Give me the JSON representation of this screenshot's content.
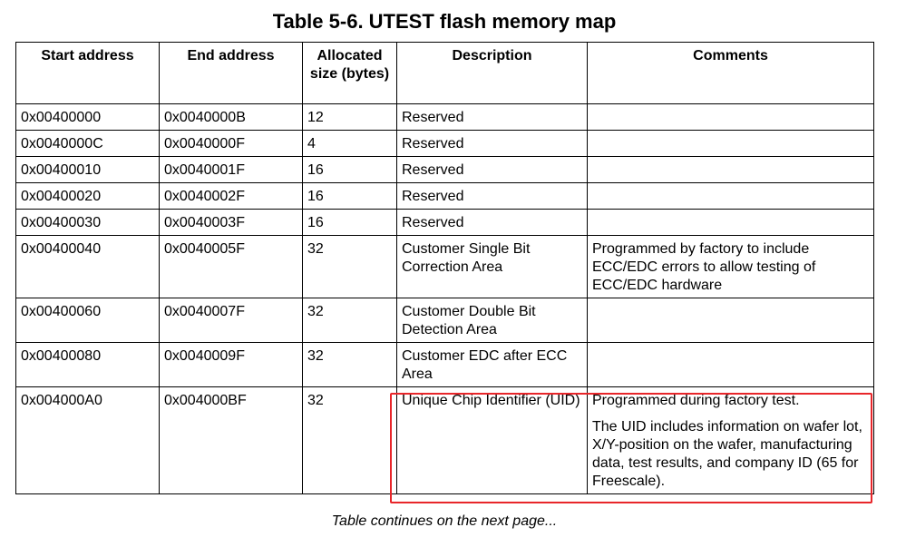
{
  "table": {
    "title": "Table 5-6.  UTEST flash memory map",
    "headers": {
      "start": "Start address",
      "end": "End address",
      "size": "Allocated size (bytes)",
      "description": "Description",
      "comments": "Comments"
    },
    "rows": [
      {
        "start": "0x00400000",
        "end": "0x0040000B",
        "size": "12",
        "description": "Reserved",
        "comments": [
          "",
          ""
        ]
      },
      {
        "start": "0x0040000C",
        "end": "0x0040000F",
        "size": "4",
        "description": "Reserved",
        "comments": [
          "",
          ""
        ]
      },
      {
        "start": "0x00400010",
        "end": "0x0040001F",
        "size": "16",
        "description": "Reserved",
        "comments": [
          "",
          ""
        ]
      },
      {
        "start": "0x00400020",
        "end": "0x0040002F",
        "size": "16",
        "description": "Reserved",
        "comments": [
          "",
          ""
        ]
      },
      {
        "start": "0x00400030",
        "end": "0x0040003F",
        "size": "16",
        "description": "Reserved",
        "comments": [
          "",
          ""
        ]
      },
      {
        "start": "0x00400040",
        "end": "0x0040005F",
        "size": "32",
        "description": "Customer Single Bit Correction Area",
        "comments": [
          "Programmed by factory to include ECC/EDC errors to allow testing of ECC/EDC hardware",
          ""
        ]
      },
      {
        "start": "0x00400060",
        "end": "0x0040007F",
        "size": "32",
        "description": "Customer Double Bit Detection Area",
        "comments": [
          "",
          ""
        ]
      },
      {
        "start": "0x00400080",
        "end": "0x0040009F",
        "size": "32",
        "description": "Customer EDC after ECC Area",
        "comments": [
          "",
          ""
        ]
      },
      {
        "start": "0x004000A0",
        "end": "0x004000BF",
        "size": "32",
        "description": "Unique Chip Identifier (UID)",
        "comments": [
          "Programmed during factory test.",
          "The UID includes information on wafer lot, X/Y-position on the wafer, manufacturing data, test results, and company ID (65 for Freescale)."
        ]
      }
    ],
    "footer": "Table continues on the next page..."
  },
  "highlight": {
    "color": "#e8262a",
    "target": "UID description and comments cells"
  }
}
